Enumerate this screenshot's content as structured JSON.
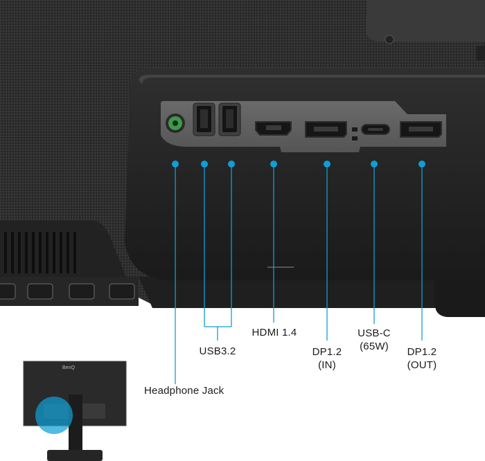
{
  "colors": {
    "accent": "#0f9fd6",
    "housing": "#2b2b2b",
    "panel": "#5e5e5e",
    "port": "#161616",
    "jack": "#3d8f4a",
    "text": "#1a1a1a",
    "background": "#ffffff"
  },
  "ports": [
    {
      "icon": "headphone-jack-icon"
    },
    {
      "icon": "usb-a-port-icon"
    },
    {
      "icon": "usb-a-port-icon"
    },
    {
      "icon": "hdmi-port-icon"
    },
    {
      "icon": "displayport-icon"
    },
    {
      "icon": "usb-c-port-icon"
    },
    {
      "icon": "displayport-icon"
    }
  ],
  "labels": {
    "headphone": "Headphone Jack",
    "usb": "USB3.2",
    "hdmi": "HDMI 1.4",
    "dp_in_1": "DP1.2",
    "dp_in_2": "(IN)",
    "usbc_1": "USB-C",
    "usbc_2": "(65W)",
    "dp_out_1": "DP1.2",
    "dp_out_2": "(OUT)"
  },
  "thumbnail": {
    "brand": "BenQ"
  }
}
